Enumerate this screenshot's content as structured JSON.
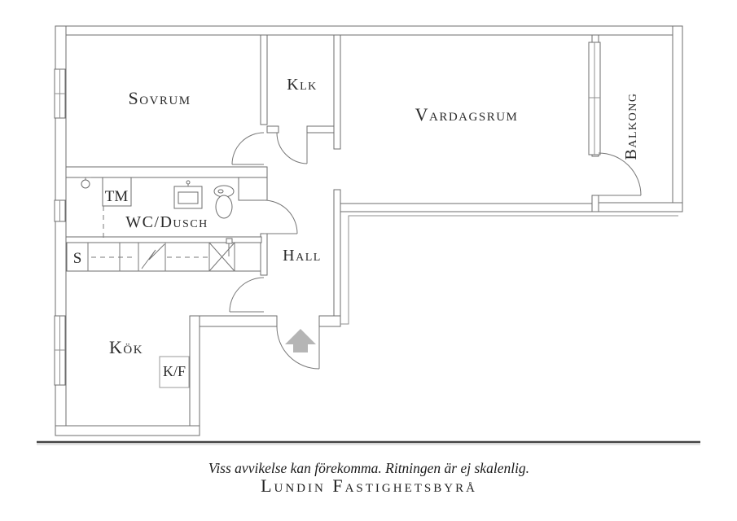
{
  "floorplan": {
    "rooms": {
      "sovrum": "Sovrum",
      "klk": "Klk",
      "vardagsrum": "Vardagsrum",
      "balkong": "Balkong",
      "wc_dusch": "WC/Dusch",
      "hall": "Hall",
      "kok": "Kök"
    },
    "fixtures": {
      "tm": "TM",
      "s": "S",
      "kf": "K/F"
    },
    "colors": {
      "wall_line": "#6e6e6e",
      "label_text": "#2b2b2b",
      "entry_arrow": "#b5b5b5"
    }
  },
  "footer": {
    "disclaimer": "Viss avvikelse kan förekomma. Ritningen är ej skalenlig.",
    "agency": "Lundin Fastighetsbyrå"
  }
}
